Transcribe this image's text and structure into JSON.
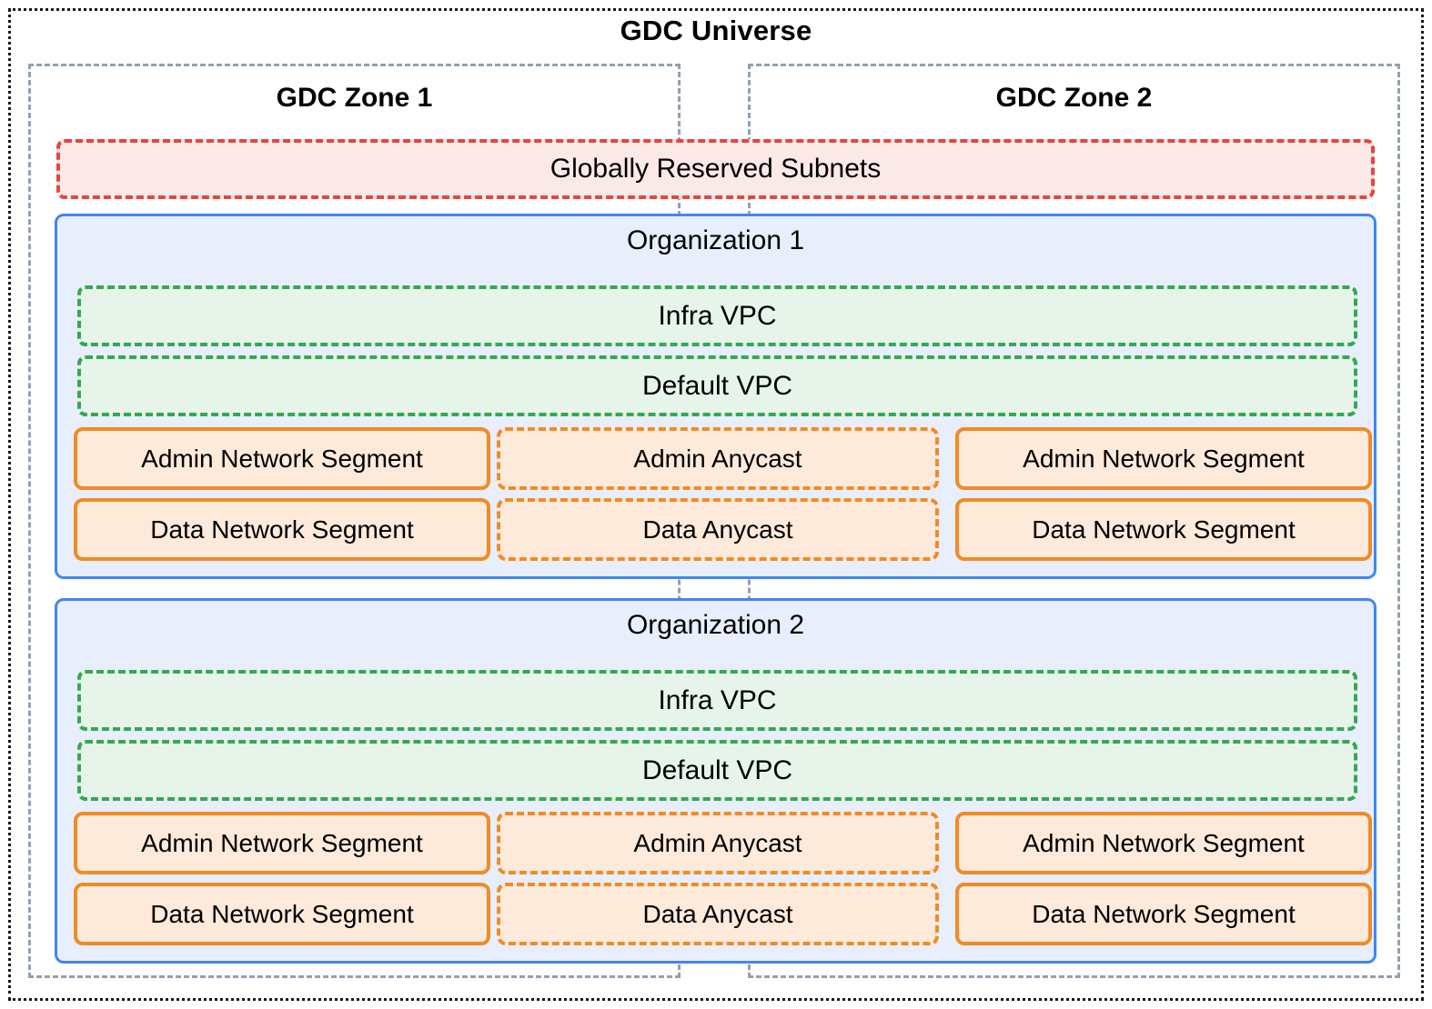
{
  "diagram": {
    "title": "GDC Universe",
    "zones": [
      {
        "id": "zone1",
        "label": "GDC Zone 1"
      },
      {
        "id": "zone2",
        "label": "GDC Zone 2"
      }
    ],
    "reserved_subnets": {
      "label": "Globally Reserved Subnets"
    },
    "organizations": [
      {
        "label": "Organization 1",
        "vpcs": [
          {
            "label": "Infra VPC"
          },
          {
            "label": "Default VPC"
          }
        ],
        "zone1_segments": [
          {
            "label": "Admin Network Segment"
          },
          {
            "label": "Data Network Segment"
          }
        ],
        "shared_anycast": [
          {
            "label": "Admin Anycast"
          },
          {
            "label": "Data Anycast"
          }
        ],
        "zone2_segments": [
          {
            "label": "Admin Network Segment"
          },
          {
            "label": "Data Network Segment"
          }
        ]
      },
      {
        "label": "Organization 2",
        "vpcs": [
          {
            "label": "Infra VPC"
          },
          {
            "label": "Default VPC"
          }
        ],
        "zone1_segments": [
          {
            "label": "Admin Network Segment"
          },
          {
            "label": "Data Network Segment"
          }
        ],
        "shared_anycast": [
          {
            "label": "Admin Anycast"
          },
          {
            "label": "Data Anycast"
          }
        ],
        "zone2_segments": [
          {
            "label": "Admin Network Segment"
          },
          {
            "label": "Data Network Segment"
          }
        ]
      }
    ],
    "colors": {
      "universe_border": "#1a1a1a",
      "zone_border": "#93a1ad",
      "reserved_border": "#e8453c",
      "reserved_fill": "#fbe9e7",
      "org_border": "#4285f4",
      "org_fill": "#e8eefc",
      "vpc_border": "#34a853",
      "vpc_fill": "#e6f4ea",
      "segment_border": "#f08b25",
      "segment_fill": "#fdeadb"
    }
  }
}
